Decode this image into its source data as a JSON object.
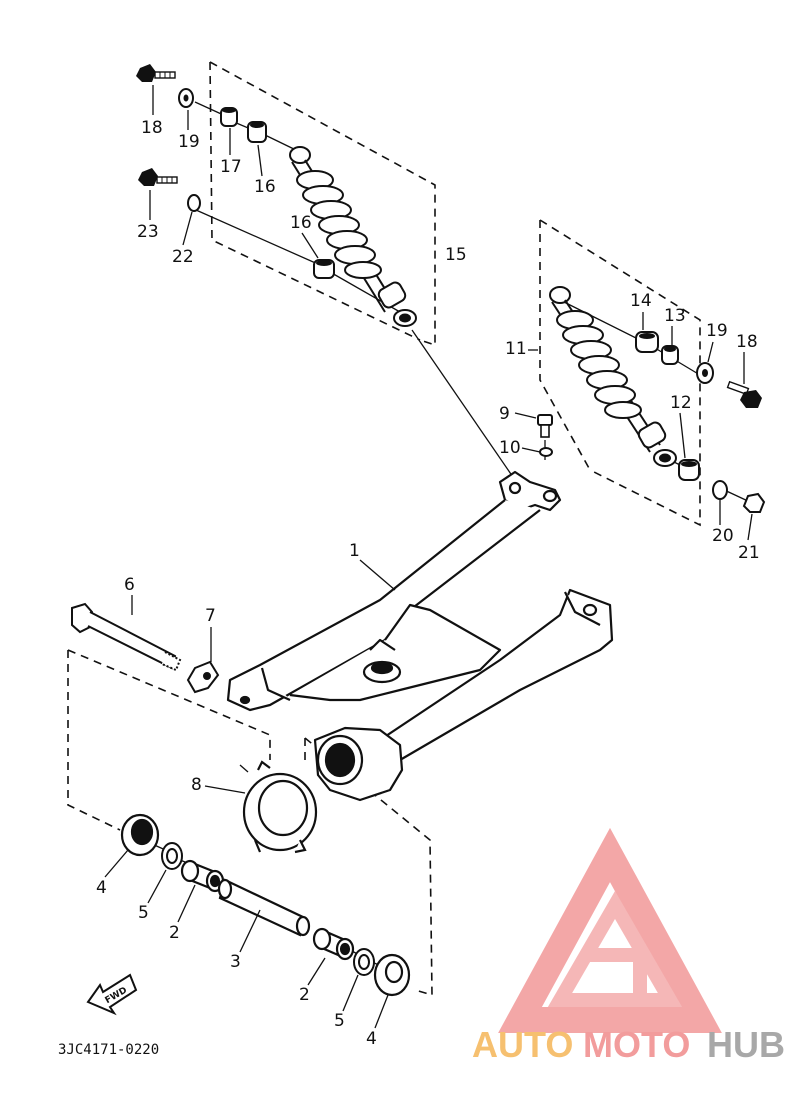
{
  "diagram_code": "3JC4171-0220",
  "fwd_label": "FWD",
  "watermark": {
    "parts": [
      "AUTO",
      "MOTO",
      "HUB"
    ],
    "colors": [
      "#f6c070",
      "#f29c9c",
      "#a8a8a8"
    ]
  },
  "part_labels": {
    "l1": "1",
    "l2a": "2",
    "l2b": "2",
    "l3": "3",
    "l4a": "4",
    "l4b": "4",
    "l5a": "5",
    "l5b": "5",
    "l6": "6",
    "l7": "7",
    "l8": "8",
    "l9": "9",
    "l10": "10",
    "l11": "11",
    "l12": "12",
    "l13": "13",
    "l14": "14",
    "l15": "15",
    "l16a": "16",
    "l16b": "16",
    "l17": "17",
    "l18a": "18",
    "l18b": "18",
    "l19a": "19",
    "l19b": "19",
    "l20": "20",
    "l21": "21",
    "l22": "22",
    "l23": "23"
  }
}
